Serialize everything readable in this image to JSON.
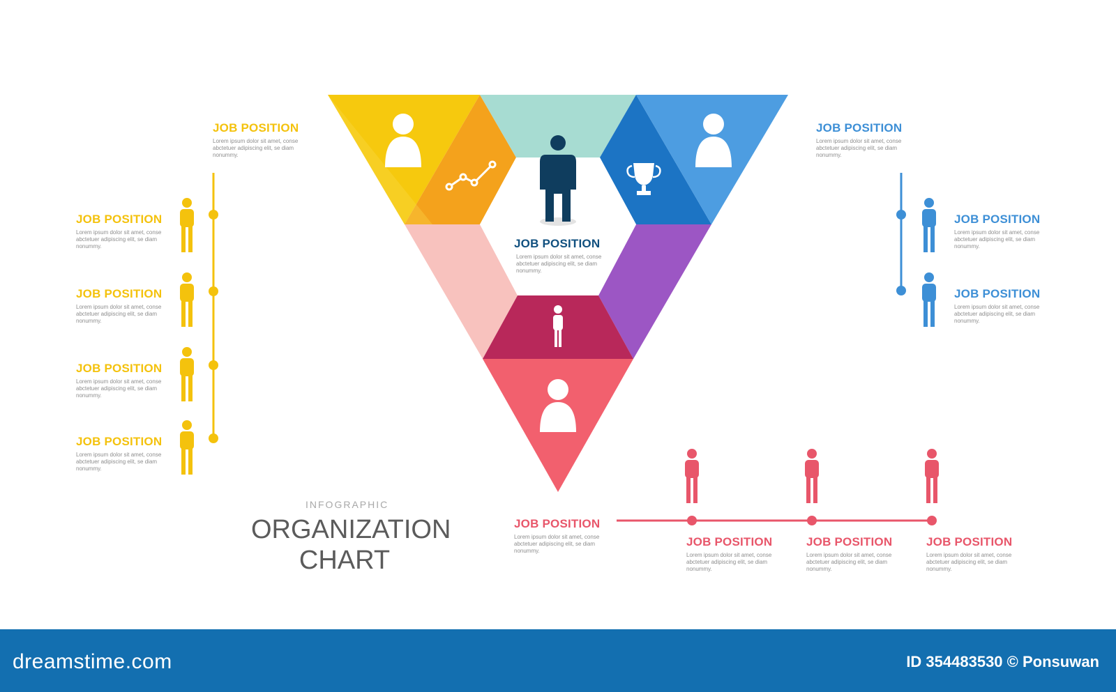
{
  "colors": {
    "yellow": "#f4c20d",
    "orange": "#f4a31e",
    "mint": "#a6dcd3",
    "blue": "#4b9be0",
    "dark_blue": "#1e78c8",
    "purple": "#9b55c2",
    "pink": "#f7c0bd",
    "magenta": "#b8285a",
    "red": "#f2606e",
    "navy": "#0f3d5e",
    "footer": "#136fb0"
  },
  "center": {
    "title": "JOB POSITION",
    "desc": "Lorem ipsum dolor sit amet, conse abctetuer adipiscing elit, se diam nonummy."
  },
  "top_left": {
    "title": "JOB POSITION",
    "desc": "Lorem ipsum dolor sit amet, conse abctetuer adipiscing elit, se diam nonummy."
  },
  "top_right": {
    "title": "JOB POSITION",
    "desc": "Lorem ipsum dolor sit amet, conse abctetuer adipiscing elit, se diam nonummy."
  },
  "bottom": {
    "title": "JOB POSITION",
    "desc": "Lorem ipsum dolor sit amet, conse abctetuer adipiscing elit, se diam nonummy."
  },
  "left_list": [
    {
      "title": "JOB POSITION",
      "desc": "Lorem ipsum dolor sit amet, conse abctetuer adipiscing elit, se diam nonummy."
    },
    {
      "title": "JOB POSITION",
      "desc": "Lorem ipsum dolor sit amet, conse abctetuer adipiscing elit, se diam nonummy."
    },
    {
      "title": "JOB POSITION",
      "desc": "Lorem ipsum dolor sit amet, conse abctetuer adipiscing elit, se diam nonummy."
    },
    {
      "title": "JOB POSITION",
      "desc": "Lorem ipsum dolor sit amet, conse abctetuer adipiscing elit, se diam nonummy."
    }
  ],
  "right_list": [
    {
      "title": "JOB POSITION",
      "desc": "Lorem ipsum dolor sit amet, conse abctetuer adipiscing elit, se diam nonummy."
    },
    {
      "title": "JOB POSITION",
      "desc": "Lorem ipsum dolor sit amet, conse abctetuer adipiscing elit, se diam nonummy."
    }
  ],
  "bottom_list": [
    {
      "title": "JOB POSITION",
      "desc": "Lorem ipsum dolor sit amet, conse abctetuer adipiscing elit, se diam nonummy."
    },
    {
      "title": "JOB POSITION",
      "desc": "Lorem ipsum dolor sit amet, conse abctetuer adipiscing elit, se diam nonummy."
    },
    {
      "title": "JOB POSITION",
      "desc": "Lorem ipsum dolor sit amet, conse abctetuer adipiscing elit, se diam nonummy."
    }
  ],
  "heading": {
    "small": "INFOGRAPHIC",
    "line1": "ORGANIZATION",
    "line2": "CHART"
  },
  "footer": {
    "logo": "dreamstime.com",
    "id_text": "ID 354483530 © Ponsuwan"
  }
}
